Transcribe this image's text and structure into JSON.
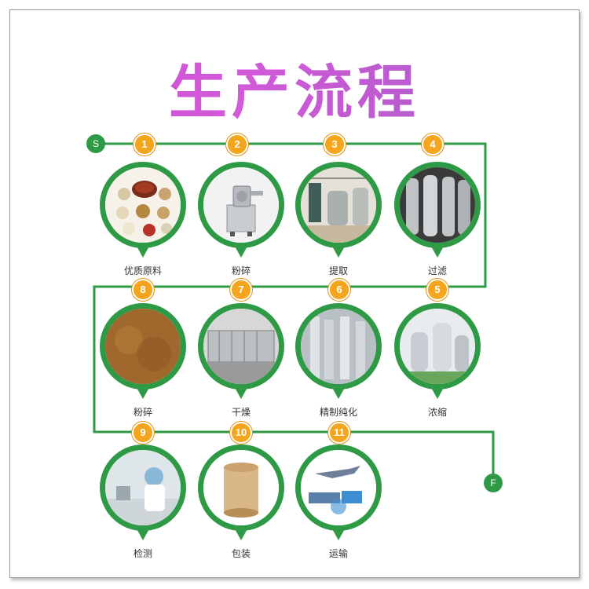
{
  "title": "生产流程",
  "start_label": "S",
  "end_label": "F",
  "colors": {
    "accent": "#2f9a46",
    "badge": "#f4a51c",
    "title": "#c94bd6"
  },
  "steps": [
    {
      "number": "1",
      "label": "优质原料",
      "image": "raw-materials-image"
    },
    {
      "number": "2",
      "label": "粉碎",
      "image": "grinder-machine-image"
    },
    {
      "number": "3",
      "label": "提取",
      "image": "extraction-tanks-image"
    },
    {
      "number": "4",
      "label": "过滤",
      "image": "filter-columns-image"
    },
    {
      "number": "5",
      "label": "浓缩",
      "image": "concentrator-image"
    },
    {
      "number": "6",
      "label": "精制纯化",
      "image": "purification-columns-image"
    },
    {
      "number": "7",
      "label": "干燥",
      "image": "dryer-image"
    },
    {
      "number": "8",
      "label": "粉碎",
      "image": "brown-powder-image"
    },
    {
      "number": "9",
      "label": "检测",
      "image": "lab-testing-image"
    },
    {
      "number": "10",
      "label": "包装",
      "image": "fiber-drum-image"
    },
    {
      "number": "11",
      "label": "运输",
      "image": "shipping-transport-image"
    }
  ]
}
